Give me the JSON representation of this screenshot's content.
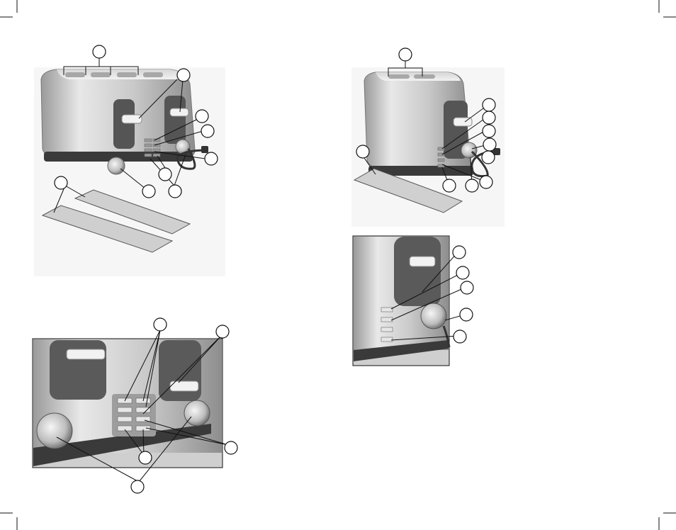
{
  "page": {
    "background": "#ffffff",
    "line_color": "#111111",
    "callout_fill": "#ffffff"
  },
  "figures": [
    {
      "id": "four-slice-toaster",
      "kind": "illustration",
      "callout_count": 9
    },
    {
      "id": "four-slice-control-detail",
      "kind": "illustration",
      "callout_count": 5
    },
    {
      "id": "two-slice-toaster",
      "kind": "illustration",
      "callout_count": 10
    },
    {
      "id": "two-slice-control-detail",
      "kind": "illustration",
      "callout_count": 5
    }
  ],
  "colors": {
    "steel_light": "#e4e4e4",
    "steel_mid": "#b9b9b9",
    "steel_dark": "#7c7c7c",
    "base_dark": "#3a3a3a",
    "slot_dark": "#555555",
    "photo_bg": "#dedede",
    "tray_fill": "#d0d0d0"
  }
}
